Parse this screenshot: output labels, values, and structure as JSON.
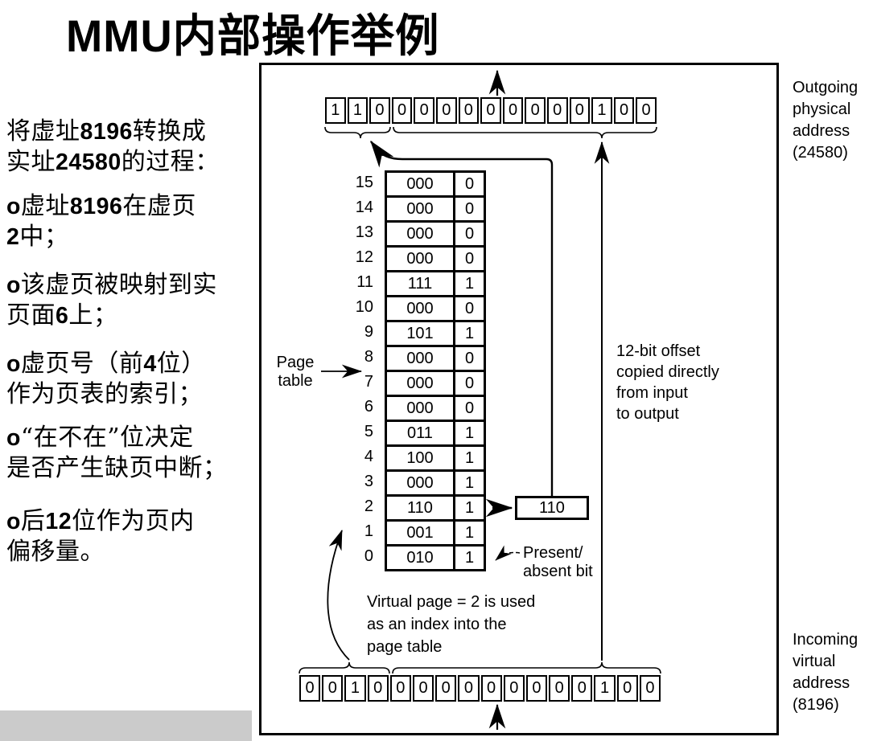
{
  "slide": {
    "title": "MMU内部操作举例"
  },
  "colors": {
    "ink": "#000000",
    "footer_bar": "#cbcbcb",
    "background": "#ffffff"
  },
  "left_panel": {
    "intro": {
      "segments": [
        {
          "t": "将虚址"
        },
        {
          "t": "8196",
          "b": 1
        },
        {
          "t": "转换成"
        },
        {
          "t": "\n"
        },
        {
          "t": "实址"
        },
        {
          "t": "24580",
          "b": 1
        },
        {
          "t": "的过程："
        }
      ]
    },
    "bullets": [
      {
        "segments": [
          {
            "t": "o",
            "b": 1
          },
          {
            "t": "虚址"
          },
          {
            "t": "8196",
            "b": 1
          },
          {
            "t": "在虚页"
          },
          {
            "t": "\n"
          },
          {
            "t": "2",
            "b": 1
          },
          {
            "t": "中；"
          }
        ]
      },
      {
        "segments": [
          {
            "t": "o",
            "b": 1
          },
          {
            "t": "该虚页被映射到实"
          },
          {
            "t": "\n"
          },
          {
            "t": "页面"
          },
          {
            "t": "6",
            "b": 1
          },
          {
            "t": "上；"
          }
        ]
      },
      {
        "segments": [
          {
            "t": "o",
            "b": 1
          },
          {
            "t": "虚页号（前"
          },
          {
            "t": "4",
            "b": 1
          },
          {
            "t": "位）"
          },
          {
            "t": "\n"
          },
          {
            "t": "作为页表的索引；"
          }
        ]
      },
      {
        "segments": [
          {
            "t": "o",
            "b": 1
          },
          {
            "t": "“在不在”位决定"
          },
          {
            "t": "\n"
          },
          {
            "t": "是否产生缺页中断；"
          }
        ]
      },
      {
        "segments": [
          {
            "t": "o",
            "b": 1
          },
          {
            "t": "后"
          },
          {
            "t": "12",
            "b": 1
          },
          {
            "t": "位作为页内"
          },
          {
            "t": "\n"
          },
          {
            "t": "偏移量。"
          }
        ]
      }
    ]
  },
  "diagram": {
    "outgoing_address_label": "Outgoing\nphysical\naddress\n(24580)",
    "incoming_address_label": "Incoming\nvirtual\naddress\n(8196)",
    "offset_note": "12-bit offset\ncopied directly\nfrom input\nto output",
    "page_table_label": "Page\ntable",
    "present_bit_label": "Present/\nabsent bit",
    "virtual_page_note": "Virtual page = 2 is used\nas an index into the\npage table",
    "frame_box_value": "110",
    "outgoing_bits": [
      "1",
      "1",
      "0",
      "0",
      "0",
      "0",
      "0",
      "0",
      "0",
      "0",
      "0",
      "0",
      "1",
      "0",
      "0"
    ],
    "incoming_bits": [
      "0",
      "0",
      "1",
      "0",
      "0",
      "0",
      "0",
      "0",
      "0",
      "0",
      "0",
      "0",
      "0",
      "1",
      "0",
      "0"
    ],
    "page_table": {
      "rows": [
        {
          "index": "15",
          "frame": "000",
          "present": "0"
        },
        {
          "index": "14",
          "frame": "000",
          "present": "0"
        },
        {
          "index": "13",
          "frame": "000",
          "present": "0"
        },
        {
          "index": "12",
          "frame": "000",
          "present": "0"
        },
        {
          "index": "11",
          "frame": "111",
          "present": "1"
        },
        {
          "index": "10",
          "frame": "000",
          "present": "0"
        },
        {
          "index": "9",
          "frame": "101",
          "present": "1"
        },
        {
          "index": "8",
          "frame": "000",
          "present": "0"
        },
        {
          "index": "7",
          "frame": "000",
          "present": "0"
        },
        {
          "index": "6",
          "frame": "000",
          "present": "0"
        },
        {
          "index": "5",
          "frame": "011",
          "present": "1"
        },
        {
          "index": "4",
          "frame": "100",
          "present": "1"
        },
        {
          "index": "3",
          "frame": "000",
          "present": "1"
        },
        {
          "index": "2",
          "frame": "110",
          "present": "1"
        },
        {
          "index": "1",
          "frame": "001",
          "present": "1"
        },
        {
          "index": "0",
          "frame": "010",
          "present": "1"
        }
      ]
    }
  }
}
